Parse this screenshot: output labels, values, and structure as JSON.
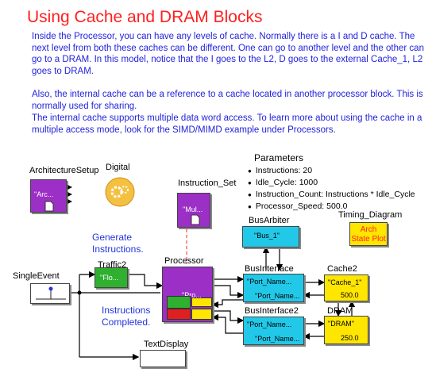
{
  "title": "Using Cache and DRAM Blocks",
  "paragraphs": [
    "Inside the Processor, you can have any levels of cache.  Normally there is a I and D cache.  The next level from both these caches can be different.  One can go to another level and the other can go to a DRAM.  In this model, notice that the I goes to the L2, D goes to the external Cache_1, L2 goes to DRAM.",
    "Also, the internal cache can be a reference to a cache located in another processor block.  This is normally used for sharing.",
    "The internal cache supports multiple data word access.  To learn more about using the cache in a multiple access mode, look for the SIMD/MIMD example under Processors."
  ],
  "parameters": {
    "heading": "Parameters",
    "items": [
      "Instructions: 20",
      "Idle_Cycle: 1000",
      "Instruction_Count: Instructions * Idle_Cycle",
      "Processor_Speed: 500.0"
    ]
  },
  "blocks": {
    "architecture_setup": {
      "label": "ArchitectureSetup",
      "inner": "\"Arc..."
    },
    "digital": {
      "label": "Digital"
    },
    "instruction_set": {
      "label": "Instruction_Set",
      "inner": "\"Mul..."
    },
    "timing_diagram": {
      "label": "Timing_Diagram",
      "inner_line1": "Arch",
      "inner_line2": "State Plot"
    },
    "bus_arbiter": {
      "label": "BusArbiter",
      "inner": "\"Bus_1\""
    },
    "single_event": {
      "label": "SingleEvent"
    },
    "traffic": {
      "label": "Traffic2",
      "inner": "\"Flo..."
    },
    "processor": {
      "label": "Processor",
      "inner": "\"Pro..."
    },
    "bus_interface": {
      "label": "BusInterface",
      "inner_top": "\"Port_Name...",
      "inner_bottom": "\"Port_Name..."
    },
    "bus_interface2": {
      "label": "BusInterface2",
      "inner_top": "\"Port_Name...",
      "inner_bottom": "\"Port_Name..."
    },
    "cache2": {
      "label": "Cache2",
      "inner": "\"Cache_1\"",
      "value": "500.0"
    },
    "dram": {
      "label": "DRAM",
      "inner": "\"DRAM\"",
      "value": "250.0"
    },
    "text_display": {
      "label": "TextDisplay"
    }
  },
  "annotations": {
    "generate": "Generate Instructions.",
    "completed": "Instructions Completed."
  },
  "colors": {
    "title": "#ff2020",
    "text": "#2222dd",
    "purple": "#9b2fc6",
    "cyan": "#22c8e8",
    "green": "#2fb02f",
    "yellow": "#ffe600",
    "gear": "#f2b020"
  }
}
